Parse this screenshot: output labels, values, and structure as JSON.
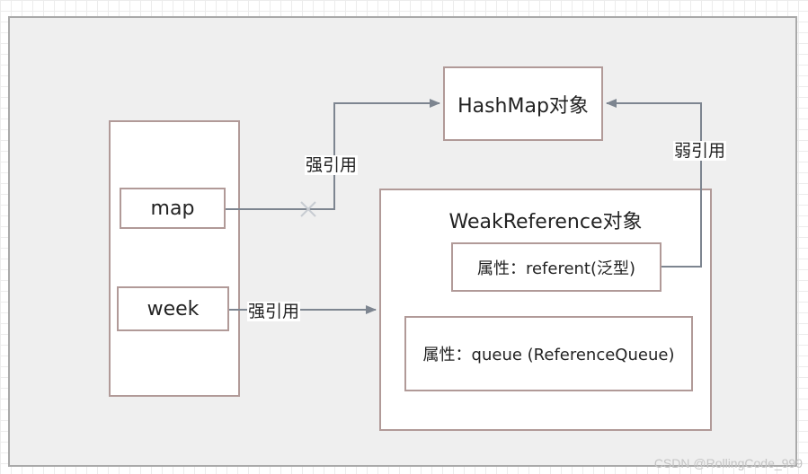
{
  "nodes": {
    "hashmap": "HashMap对象",
    "map": "map",
    "week": "week",
    "weakref": "WeakReference对象",
    "referent": "属性：referent(泛型)",
    "queue": "属性：queue (ReferenceQueue)"
  },
  "edges": {
    "map_to_hashmap": "强引用",
    "week_to_weakref": "强引用",
    "referent_to_hashmap": "弱引用"
  },
  "watermark": "CSDN @RollingCode_999",
  "colors": {
    "box_border": "#b19a98",
    "frame_border": "#a9a9a9",
    "arrow": "#7d8590"
  }
}
